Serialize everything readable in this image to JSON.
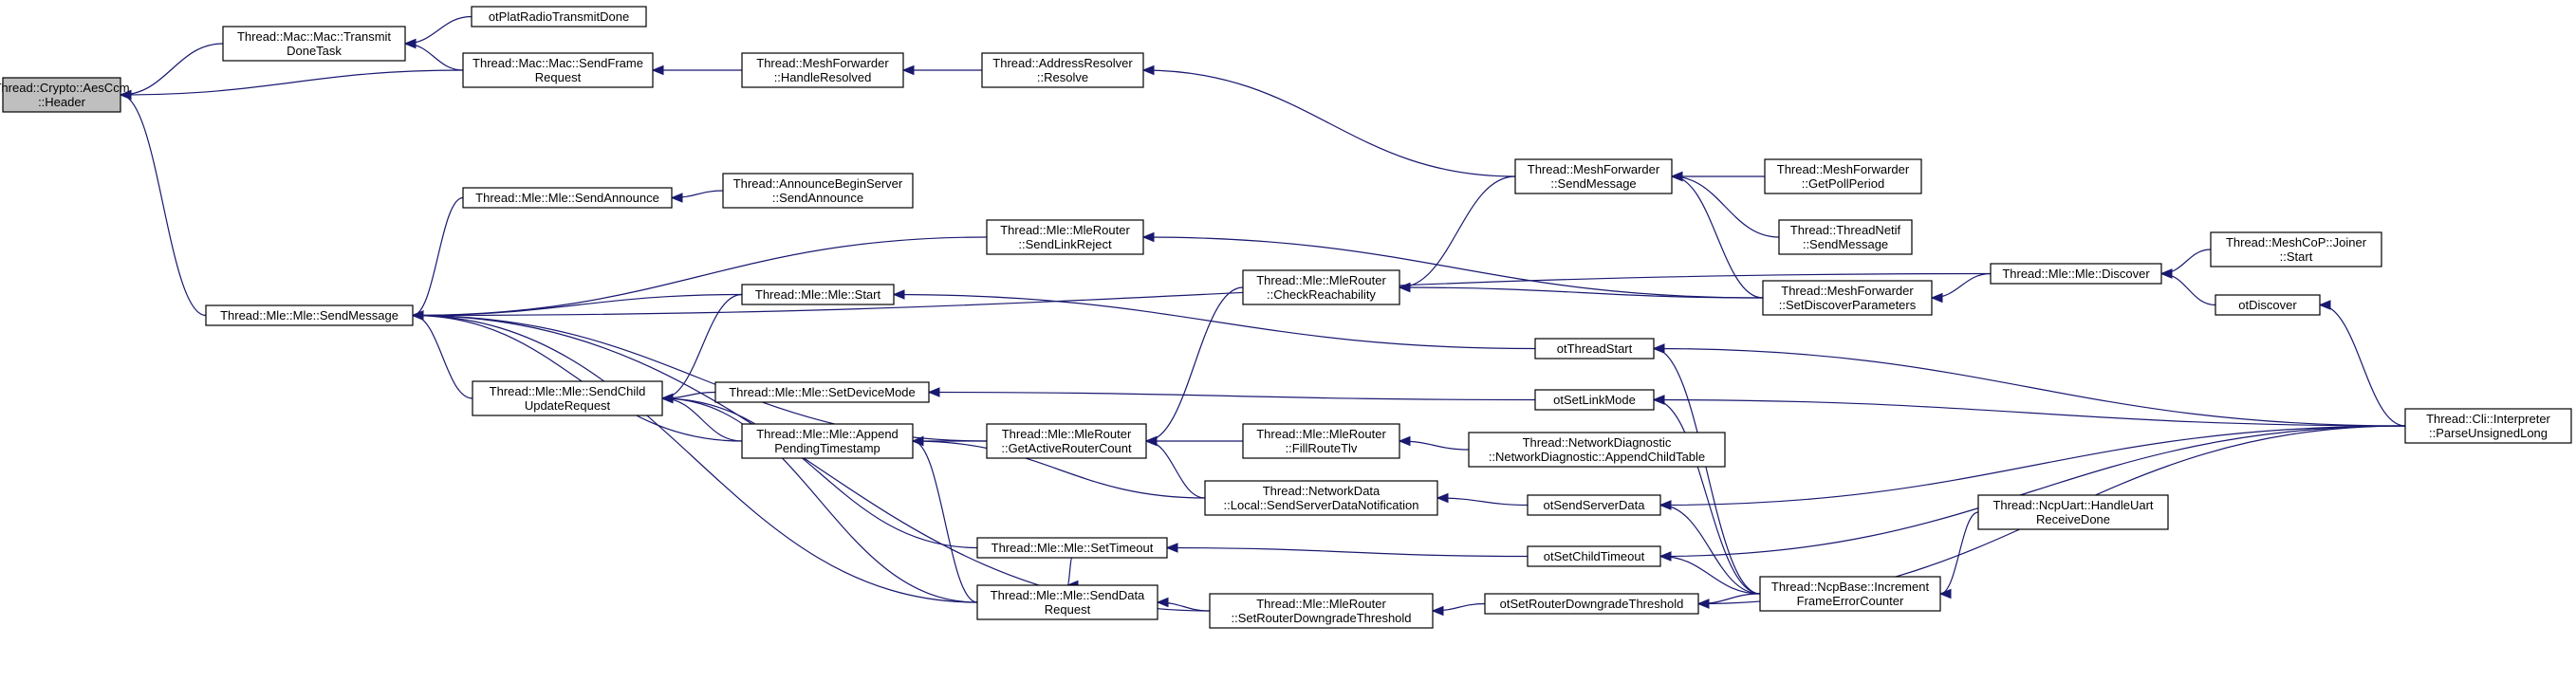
{
  "colors": {
    "edge": "#191970",
    "root_fill": "#bfbfbf",
    "node_fill": "#ffffff",
    "node_border": "#000000"
  },
  "nodes": {
    "aesccm_header": [
      "Thread::Crypto::AesCcm",
      "::Header"
    ],
    "mac_transmit_done": [
      "Thread::Mac::Mac::Transmit",
      "DoneTask"
    ],
    "ot_plat_radio_transmit_done": [
      "otPlatRadioTransmitDone"
    ],
    "mac_send_frame_request": [
      "Thread::Mac::Mac::SendFrame",
      "Request"
    ],
    "mesh_handle_resolved": [
      "Thread::MeshForwarder",
      "::HandleResolved"
    ],
    "address_resolver_resolve": [
      "Thread::AddressResolver",
      "::Resolve"
    ],
    "mle_send_message": [
      "Thread::Mle::Mle::SendMessage"
    ],
    "mle_send_announce": [
      "Thread::Mle::Mle::SendAnnounce"
    ],
    "announce_begin_server": [
      "Thread::AnnounceBeginServer",
      "::SendAnnounce"
    ],
    "mle_router_send_link_reject": [
      "Thread::Mle::MleRouter",
      "::SendLinkReject"
    ],
    "mle_start": [
      "Thread::Mle::Mle::Start"
    ],
    "mle_send_child_update": [
      "Thread::Mle::Mle::SendChild",
      "UpdateRequest"
    ],
    "mle_set_device_mode": [
      "Thread::Mle::Mle::SetDeviceMode"
    ],
    "mle_append_pending_ts": [
      "Thread::Mle::Mle::Append",
      "PendingTimestamp"
    ],
    "mle_router_active_count": [
      "Thread::Mle::MleRouter",
      "::GetActiveRouterCount"
    ],
    "mle_set_timeout": [
      "Thread::Mle::Mle::SetTimeout"
    ],
    "mle_send_data_request": [
      "Thread::Mle::Mle::SendData",
      "Request"
    ],
    "mle_router_set_downgrade": [
      "Thread::Mle::MleRouter",
      "::SetRouterDowngradeThreshold"
    ],
    "mle_router_check_reach": [
      "Thread::Mle::MleRouter",
      "::CheckReachability"
    ],
    "mle_router_fill_route": [
      "Thread::Mle::MleRouter",
      "::FillRouteTlv"
    ],
    "netdata_send_server": [
      "Thread::NetworkData",
      "::Local::SendServerDataNotification"
    ],
    "mesh_send_message": [
      "Thread::MeshForwarder",
      "::SendMessage"
    ],
    "mesh_get_poll_period": [
      "Thread::MeshForwarder",
      "::GetPollPeriod"
    ],
    "thread_netif_send": [
      "Thread::ThreadNetif",
      "::SendMessage"
    ],
    "mesh_set_discover": [
      "Thread::MeshForwarder",
      "::SetDiscoverParameters"
    ],
    "ot_thread_start": [
      "otThreadStart"
    ],
    "ot_set_link_mode": [
      "otSetLinkMode"
    ],
    "netdiag_append_child": [
      "Thread::NetworkDiagnostic",
      "::NetworkDiagnostic::AppendChildTable"
    ],
    "ot_send_server_data": [
      "otSendServerData"
    ],
    "ot_set_child_timeout": [
      "otSetChildTimeout"
    ],
    "ot_set_router_downgrade": [
      "otSetRouterDowngradeThreshold"
    ],
    "ncp_increment_frame_err": [
      "Thread::NcpBase::Increment",
      "FrameErrorCounter"
    ],
    "ncp_uart_handle_receive": [
      "Thread::NcpUart::HandleUart",
      "ReceiveDone"
    ],
    "mle_discover": [
      "Thread::Mle::Mle::Discover"
    ],
    "meshcop_joiner_start": [
      "Thread::MeshCoP::Joiner",
      "::Start"
    ],
    "ot_discover": [
      "otDiscover"
    ],
    "cli_parse_unsigned_long": [
      "Thread::Cli::Interpreter",
      "::ParseUnsignedLong"
    ]
  }
}
